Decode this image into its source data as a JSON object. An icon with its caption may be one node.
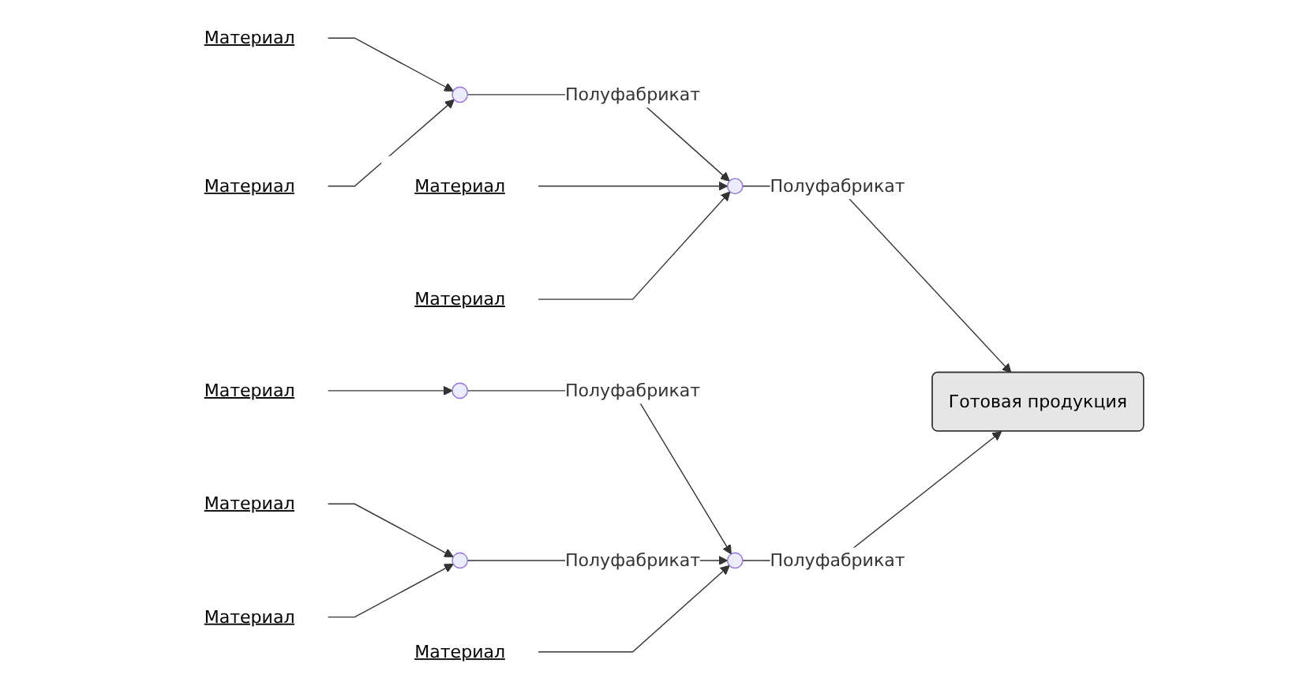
{
  "diagram": {
    "nodes": [
      {
        "text": [
          "Материал"
        ]
      },
      {
        "text": [
          "Материал"
        ]
      },
      {
        "text": [],
        "shape": "circle"
      },
      {
        "text": [
          "Материал"
        ]
      },
      {
        "text": [
          "Материал"
        ]
      },
      {
        "text": [],
        "shape": "circle"
      },
      {
        "text": [
          "Готовая продукция"
        ]
      },
      {
        "text": [
          "Материал"
        ]
      },
      {
        "text": [],
        "shape": "circle"
      },
      {
        "text": [
          "Материал"
        ]
      },
      {
        "text": [
          "Материал"
        ]
      },
      {
        "text": [],
        "shape": "circle"
      },
      {
        "text": [],
        "shape": "circle"
      },
      {
        "text": [
          "Материал"
        ]
      }
    ],
    "edges": [
      {
        "from": 0,
        "to": 2,
        "arrow": "to"
      },
      {
        "from": 1,
        "to": 2,
        "arrow": "to"
      },
      {
        "from": 2,
        "to": 5,
        "arrow": "to",
        "label": "Полуфабрикат"
      },
      {
        "from": 3,
        "to": 5,
        "arrow": "to"
      },
      {
        "from": 4,
        "to": 5,
        "arrow": "to"
      },
      {
        "from": 5,
        "to": 6,
        "arrow": "to",
        "label": "Полуфабрикат"
      },
      {
        "from": 7,
        "to": 8,
        "arrow": "to"
      },
      {
        "from": 9,
        "to": 11,
        "arrow": "to"
      },
      {
        "from": 10,
        "to": 11,
        "arrow": "to"
      },
      {
        "from": 8,
        "to": 12,
        "arrow": "to",
        "label": "Полуфабрикат"
      },
      {
        "from": 11,
        "to": 12,
        "arrow": "to",
        "label": "Полуфабрикат"
      },
      {
        "from": 13,
        "to": 12,
        "arrow": "to"
      },
      {
        "from": 12,
        "to": 6,
        "arrow": "to",
        "label": "Полуфабрикат"
      }
    ]
  }
}
